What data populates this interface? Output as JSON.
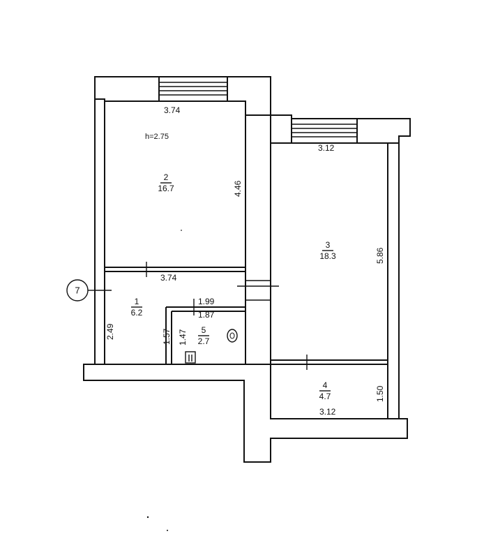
{
  "plan": {
    "height_note": "h=2.75",
    "axis_marker": "7",
    "rooms": [
      {
        "number": "1",
        "area": "6.2"
      },
      {
        "number": "2",
        "area": "16.7"
      },
      {
        "number": "3",
        "area": "18.3"
      },
      {
        "number": "4",
        "area": "4.7"
      },
      {
        "number": "5",
        "area": "2.7"
      }
    ],
    "dimensions": {
      "room2_top": "3.74",
      "room2_side": "4.46",
      "room1_top": "3.74",
      "room3_top": "3.12",
      "room3_side": "5.86",
      "room4_bottom": "3.12",
      "room4_side": "1.50",
      "room1_side": "2.49",
      "bath_top_outer": "1.99",
      "bath_top_inner": "1.87",
      "bath_side_outer": "1.57",
      "bath_side_inner": "1.47"
    }
  }
}
